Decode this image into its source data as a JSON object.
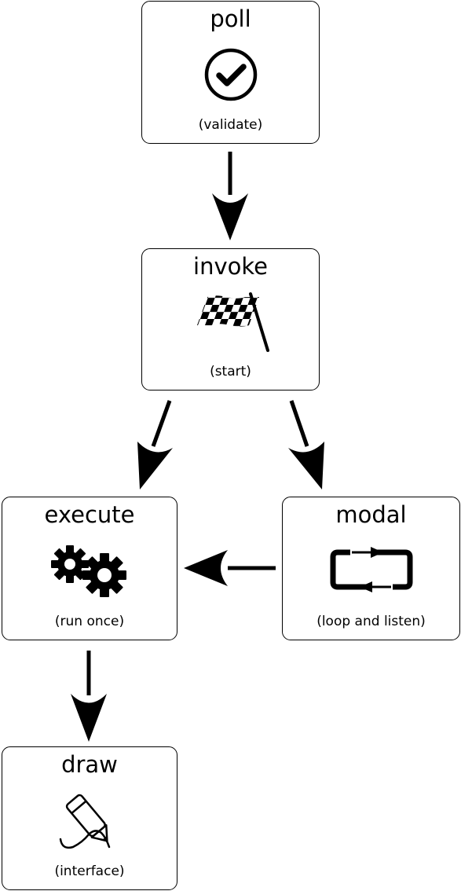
{
  "diagram": {
    "nodes": [
      {
        "id": "poll",
        "title": "poll",
        "subtitle": "(validate)",
        "icon": "checkmark-circle-icon"
      },
      {
        "id": "invoke",
        "title": "invoke",
        "subtitle": "(start)",
        "icon": "checkered-flag-icon"
      },
      {
        "id": "execute",
        "title": "execute",
        "subtitle": "(run once)",
        "icon": "gears-icon"
      },
      {
        "id": "modal",
        "title": "modal",
        "subtitle": "(loop and listen)",
        "icon": "loop-arrows-icon"
      },
      {
        "id": "draw",
        "title": "draw",
        "subtitle": "(interface)",
        "icon": "pen-draw-icon"
      }
    ],
    "edges": [
      {
        "from": "poll",
        "to": "invoke"
      },
      {
        "from": "invoke",
        "to": "execute"
      },
      {
        "from": "invoke",
        "to": "modal"
      },
      {
        "from": "modal",
        "to": "execute"
      },
      {
        "from": "execute",
        "to": "draw"
      }
    ],
    "colors": {
      "stroke": "#000000",
      "background": "#ffffff"
    }
  }
}
